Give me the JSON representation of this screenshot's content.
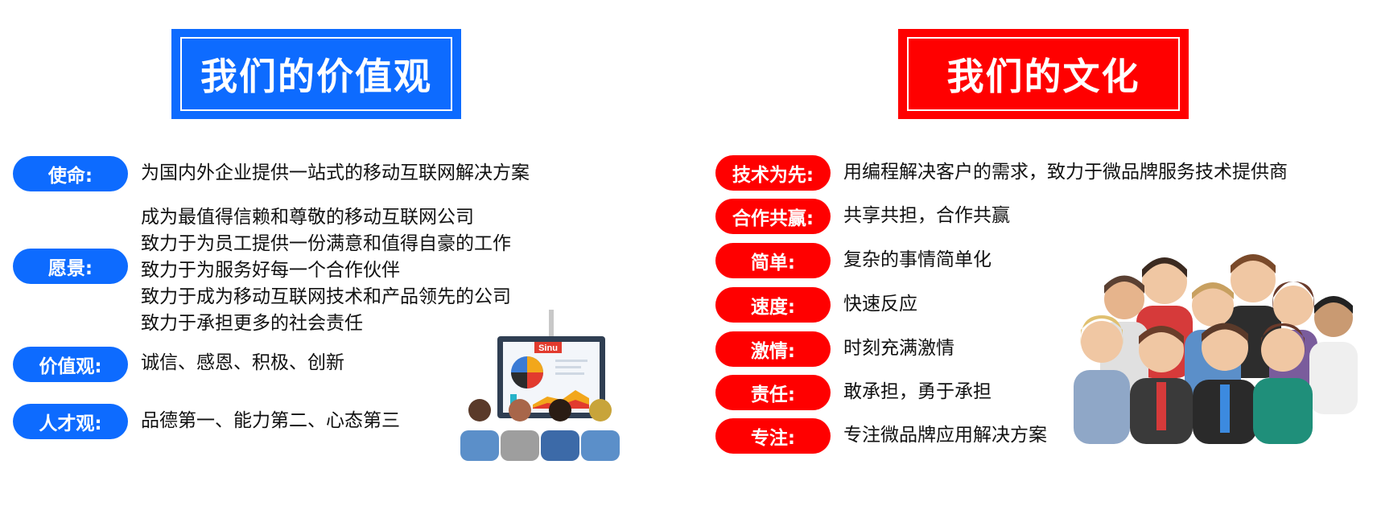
{
  "left": {
    "title": "我们的价值观",
    "items": [
      {
        "label": "使命:",
        "lines": [
          "为国内外企业提供一站式的移动互联网解决方案"
        ]
      },
      {
        "label": "愿景:",
        "lines": [
          "成为最值得信赖和尊敬的移动互联网公司",
          "致力于为员工提供一份满意和值得自豪的工作",
          "致力于为服务好每一个合作伙伴",
          "致力于成为移动互联网技术和产品领先的公司",
          "致力于承担更多的社会责任"
        ]
      },
      {
        "label": "价值观:",
        "lines": [
          "诚信、感恩、积极、创新"
        ]
      },
      {
        "label": "人才观:",
        "lines": [
          "品德第一、能力第二、心态第三"
        ]
      }
    ],
    "illustration_logo": "Sinu"
  },
  "right": {
    "title": "我们的文化",
    "items": [
      {
        "label": "技术为先:",
        "text": "用编程解决客户的需求，致力于微品牌服务技术提供商"
      },
      {
        "label": "合作共赢:",
        "text": "共享共担，合作共赢"
      },
      {
        "label": "简单:",
        "text": "复杂的事情简单化"
      },
      {
        "label": "速度:",
        "text": "快速反应"
      },
      {
        "label": "激情:",
        "text": "时刻充满激情"
      },
      {
        "label": "责任:",
        "text": "敢承担，勇于承担"
      },
      {
        "label": "专注:",
        "text": "专注微品牌应用解决方案"
      }
    ]
  },
  "colors": {
    "blue": "#0d6bff",
    "red": "#ff0000"
  }
}
